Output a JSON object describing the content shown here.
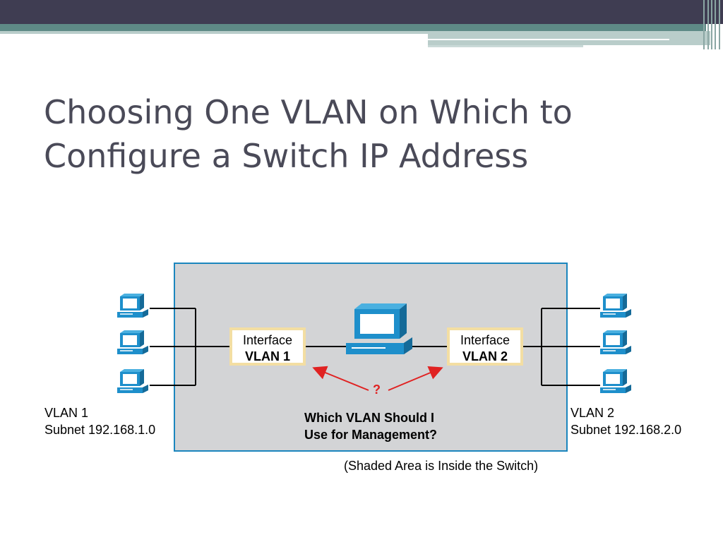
{
  "slide": {
    "title_line1": "Choosing One VLAN on Which to",
    "title_line2": "Configure a Switch IP Address"
  },
  "diagram": {
    "interfaces": [
      {
        "line1": "Interface",
        "line2": "VLAN 1"
      },
      {
        "line1": "Interface",
        "line2": "VLAN 2"
      }
    ],
    "question_mark": "?",
    "question_line1": "Which VLAN Should I",
    "question_line2": "Use for Management?",
    "left_vlan": {
      "name": "VLAN 1",
      "subnet": "Subnet 192.168.1.0"
    },
    "right_vlan": {
      "name": "VLAN 2",
      "subnet": "Subnet 192.168.2.0"
    },
    "caption": "(Shaded Area is Inside the Switch)",
    "colors": {
      "switch_fill": "#d3d4d6",
      "switch_border": "#1b86be",
      "device": "#1e8fcb",
      "arrow": "#e02222",
      "interface_border": "#f3dea3"
    },
    "icons": [
      "pc-icon",
      "workstation-icon"
    ]
  }
}
